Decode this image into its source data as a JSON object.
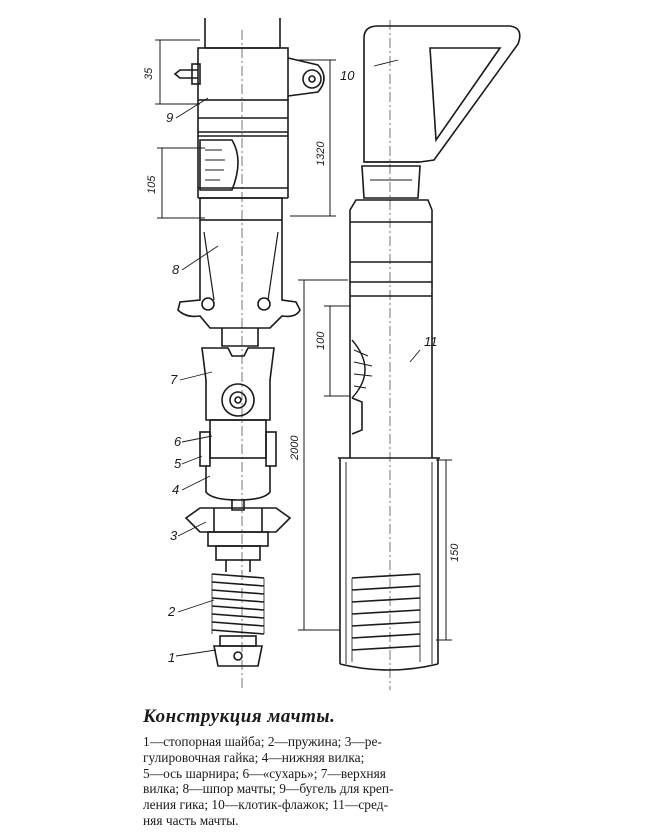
{
  "figure": {
    "part_numbers": {
      "p1": "1",
      "p2": "2",
      "p3": "3",
      "p4": "4",
      "p5": "5",
      "p6": "6",
      "p7": "7",
      "p8": "8",
      "p9": "9",
      "p10": "10",
      "p11": "11"
    },
    "dimensions": {
      "d35": "35",
      "d105": "105",
      "d1320": "1320",
      "d100": "100",
      "d2000": "2000",
      "d150": "150"
    }
  },
  "caption": {
    "title": "Конструкция мачты.",
    "lines": [
      "1—стопорная шайба; 2—пружина; 3—ре-",
      "гулировочная гайка; 4—нижняя вилка;",
      "5—ось шарнира; 6—«сухарь»; 7—верхняя",
      "вилка; 8—шпор мачты; 9—бугель для креп-",
      "ления гика; 10—клотик-флажок; 11—сред-",
      "няя часть мачты."
    ]
  },
  "colors": {
    "ink": "#1a1a1a",
    "paper": "#ffffff"
  }
}
